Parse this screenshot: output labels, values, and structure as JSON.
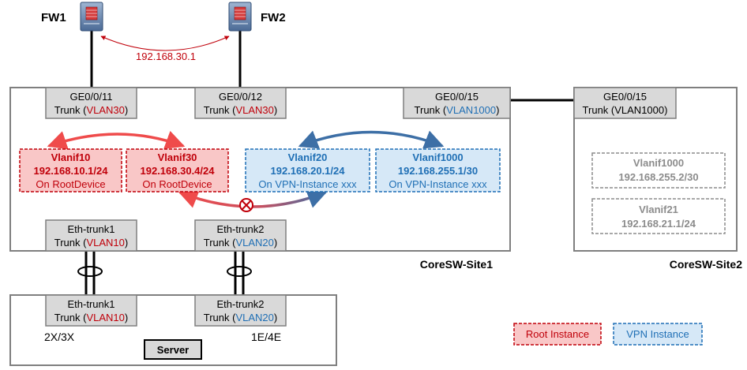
{
  "colors": {
    "red": "#c0000a",
    "blue": "#1f6fb5",
    "root_fill": "#f9c7c7",
    "root_border": "#c0000a",
    "vpn_fill": "#d6e8f7",
    "vpn_border": "#1f6fb5",
    "port_fill": "#d9d9d9",
    "gray_text": "#8c8c8c",
    "line": "#000000"
  },
  "firewalls": {
    "fw1": {
      "label": "FW1",
      "icon": "firewall-icon"
    },
    "fw2": {
      "label": "FW2",
      "icon": "firewall-icon"
    },
    "peer_ip": "192.168.30.1"
  },
  "site1": {
    "name": "CoreSW-Site1",
    "ports": {
      "ge11": {
        "name": "GE0/0/11",
        "mode": "Trunk (",
        "vlan": "VLAN30",
        "close": ")"
      },
      "ge12": {
        "name": "GE0/0/12",
        "mode": "Trunk (",
        "vlan": "VLAN30",
        "close": ")"
      },
      "ge15": {
        "name": "GE0/0/15",
        "mode": "Trunk (",
        "vlan": "VLAN1000",
        "close": ")"
      },
      "eth1": {
        "name": "Eth-trunk1",
        "mode": "Trunk (",
        "vlan": "VLAN10",
        "close": ")"
      },
      "eth2": {
        "name": "Eth-trunk2",
        "mode": "Trunk (",
        "vlan": "VLAN20",
        "close": ")"
      }
    },
    "vlanifs": {
      "v10": {
        "name": "Vlanif10",
        "ip": "192.168.10.1/24",
        "instance": "On RootDevice"
      },
      "v30": {
        "name": "Vlanif30",
        "ip": "192.168.30.4/24",
        "instance": "On RootDevice"
      },
      "v20": {
        "name": "Vlanif20",
        "ip": "192.168.20.1/24",
        "instance": "On VPN-Instance xxx"
      },
      "v1000": {
        "name": "Vlanif1000",
        "ip": "192.168.255.1/30",
        "instance": "On VPN-Instance xxx"
      }
    },
    "blocked_icon": "blocked-icon"
  },
  "site2": {
    "name": "CoreSW-Site2",
    "port": {
      "name": "GE0/0/15",
      "mode": "Trunk (VLAN1000)"
    },
    "vlanifs": {
      "v1000": {
        "name": "Vlanif1000",
        "ip": "192.168.255.2/30"
      },
      "v21": {
        "name": "Vlanif21",
        "ip": "192.168.21.1/24"
      }
    }
  },
  "access": {
    "ports": {
      "eth1": {
        "name": "Eth-trunk1",
        "mode": "Trunk (",
        "vlan": "VLAN10",
        "close": ")"
      },
      "eth2": {
        "name": "Eth-trunk2",
        "mode": "Trunk (",
        "vlan": "VLAN20",
        "close": ")"
      }
    },
    "label_left": "2X/3X",
    "label_right": "1E/4E",
    "server": "Server"
  },
  "legend": {
    "root": "Root Instance",
    "vpn": "VPN Instance"
  }
}
